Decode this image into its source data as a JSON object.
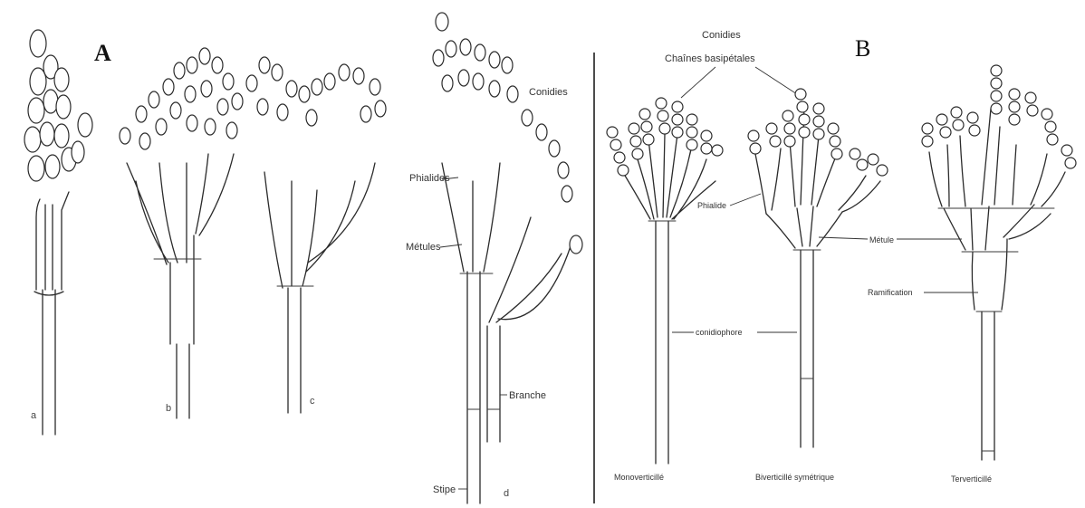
{
  "panel_a": {
    "letter": "A",
    "figure_letters": [
      "a",
      "b",
      "c",
      "d"
    ],
    "labels": {
      "conidies": "Conidies",
      "phialides": "Phialides",
      "metules": "Métules",
      "branche": "Branche",
      "stipe": "Stipe"
    }
  },
  "panel_b": {
    "letter": "B",
    "labels": {
      "conidies": "Conidies",
      "chaines": "Chaînes basipétales",
      "phialide": "Phialide",
      "metule": "Métule",
      "ramification": "Ramification",
      "conidiophore": "conidiophore"
    },
    "types": [
      "Monoverticillé",
      "Biverticillé symétrique",
      "Terverticillé"
    ]
  }
}
